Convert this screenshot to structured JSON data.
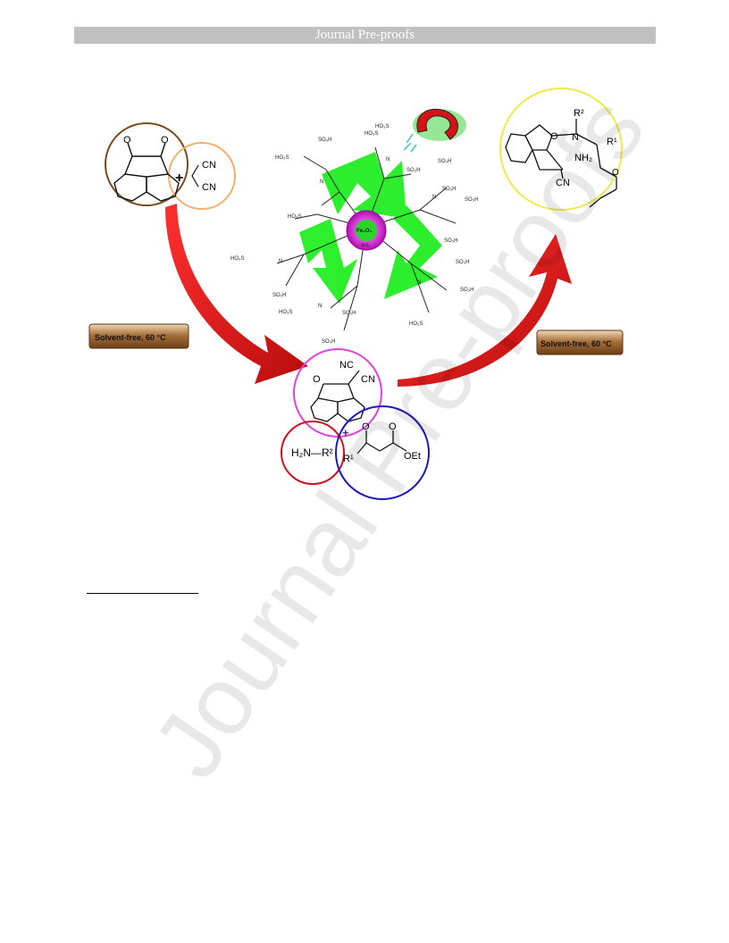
{
  "header": {
    "title": "Journal Pre-proofs"
  },
  "figure": {
    "condition_left": "Solvent-free, 60 °C",
    "condition_right": "Solvent-free, 60 °C",
    "catalyst_core": "Fe₃O₄",
    "catalyst_shell": "SiO₂",
    "group_label": "SO₃H",
    "group_label_rev": "HO₃S",
    "nitrogen": "N",
    "plus": "+",
    "malononitrile": {
      "cn1": "CN",
      "cn2": "CN"
    },
    "intermediate": {
      "nc": "NC",
      "cn": "CN"
    },
    "amine": "H₂N—R²",
    "ketoester": {
      "r1": "R¹",
      "oet": "OEt"
    },
    "product": {
      "r2": "R²",
      "r1": "R¹",
      "nh2": "NH₂",
      "o": "O",
      "n": "N",
      "cn": "CN"
    },
    "colors": {
      "brown_circle": "#7a4a1e",
      "orange_circle": "#f0b070",
      "yellow_circle": "#f2e84a",
      "magenta_circle": "#e040e0",
      "red_circle": "#d01020",
      "blue_circle": "#1a1ab8",
      "arrow_red": "#e01818",
      "recycle_green": "#22ee22",
      "button_brown": "#8b5a2b"
    }
  },
  "watermark": "Journal Pre-proofs"
}
